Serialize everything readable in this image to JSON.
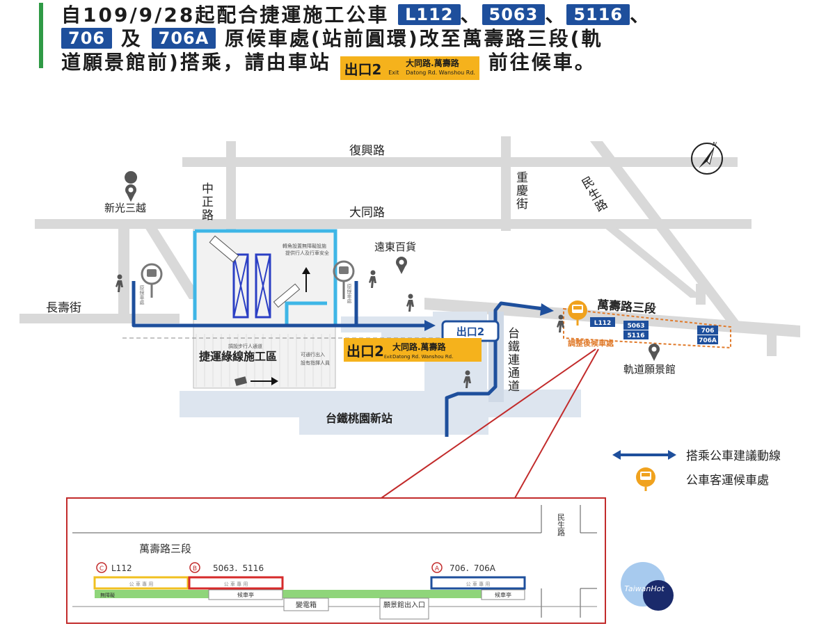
{
  "header": {
    "line1_a": "自109/9/28起配合捷運施工公車",
    "line1_sep1": "、",
    "line1_sep2": "、",
    "line1_sep3": "、",
    "line2_and": "及",
    "line2_b": "原候車處(站前圓環)改至萬壽路三段(軌",
    "line3_a": "道願景館前)搭乘，請由車站",
    "line3_b": "前往候車。",
    "routes": [
      "L112",
      "5063",
      "5116",
      "706",
      "706A"
    ],
    "exit_badge": {
      "num": "出口2",
      "exit_en": "Exit",
      "zh": "大同路.萬壽路",
      "en": "Datong Rd. Wanshou Rd."
    }
  },
  "map": {
    "roads": {
      "fuxing": "復興路",
      "zhongzheng": "中正路",
      "datong": "大同路",
      "chongqing": "重慶街",
      "minsheng": "民生路",
      "changshou": "長壽街",
      "wanshou": "萬壽路三段",
      "tairail_channel": "台鐵連通道"
    },
    "landmarks": {
      "shinkong": "新光三越",
      "fareast": "遠東百貨",
      "mrt_zone": "捷運綠線施工區",
      "station": "台鐵桃園新站",
      "vision_hall": "軌道願景館",
      "old_stop_left": "原候車處",
      "old_stop_right": "原候車處",
      "exit2": "出口2",
      "adjusted": "調整後候車處"
    },
    "site_notes": {
      "note1": "轉角設置無障礙設施",
      "note2": "提供行人及行車安全",
      "note3": "調設步行人通道",
      "note4": "可通行出入",
      "note5": "設有指揮人員"
    },
    "stop_routes": {
      "r1": "L112",
      "r2": "5063",
      "r3": "5116",
      "r4": "706",
      "r5": "706A"
    },
    "exit_badge": {
      "num": "出口2",
      "exit_en": "Exit",
      "zh": "大同路.萬壽路",
      "en": "Datong Rd. Wanshou Rd."
    }
  },
  "legend": {
    "route_line": "搭乘公車建議動線",
    "bus_stop": "公車客運候車處"
  },
  "detail": {
    "road_name": "萬壽路三段",
    "side_road": "民生路",
    "stop_c": {
      "mark": "C",
      "routes": "L112"
    },
    "stop_b": {
      "mark": "B",
      "routes": "5063．5116"
    },
    "stop_a": {
      "mark": "A",
      "routes": "706．706A"
    },
    "shelter1": "候車亭",
    "shelter2": "候車亭",
    "transformer": "變電箱",
    "vision_exit": "願景館出入口",
    "ramp": "無障礙",
    "bus_stripe": "公  車  專  用"
  },
  "watermark": "TaiwanHot",
  "colors": {
    "route_blue": "#1e4f9c",
    "header_green": "#2f9a46",
    "exit_yellow": "#f5b21c",
    "bus_orange": "#f0a21e",
    "detail_red": "#c22b2b",
    "stop_orange": "#e07a2a"
  }
}
